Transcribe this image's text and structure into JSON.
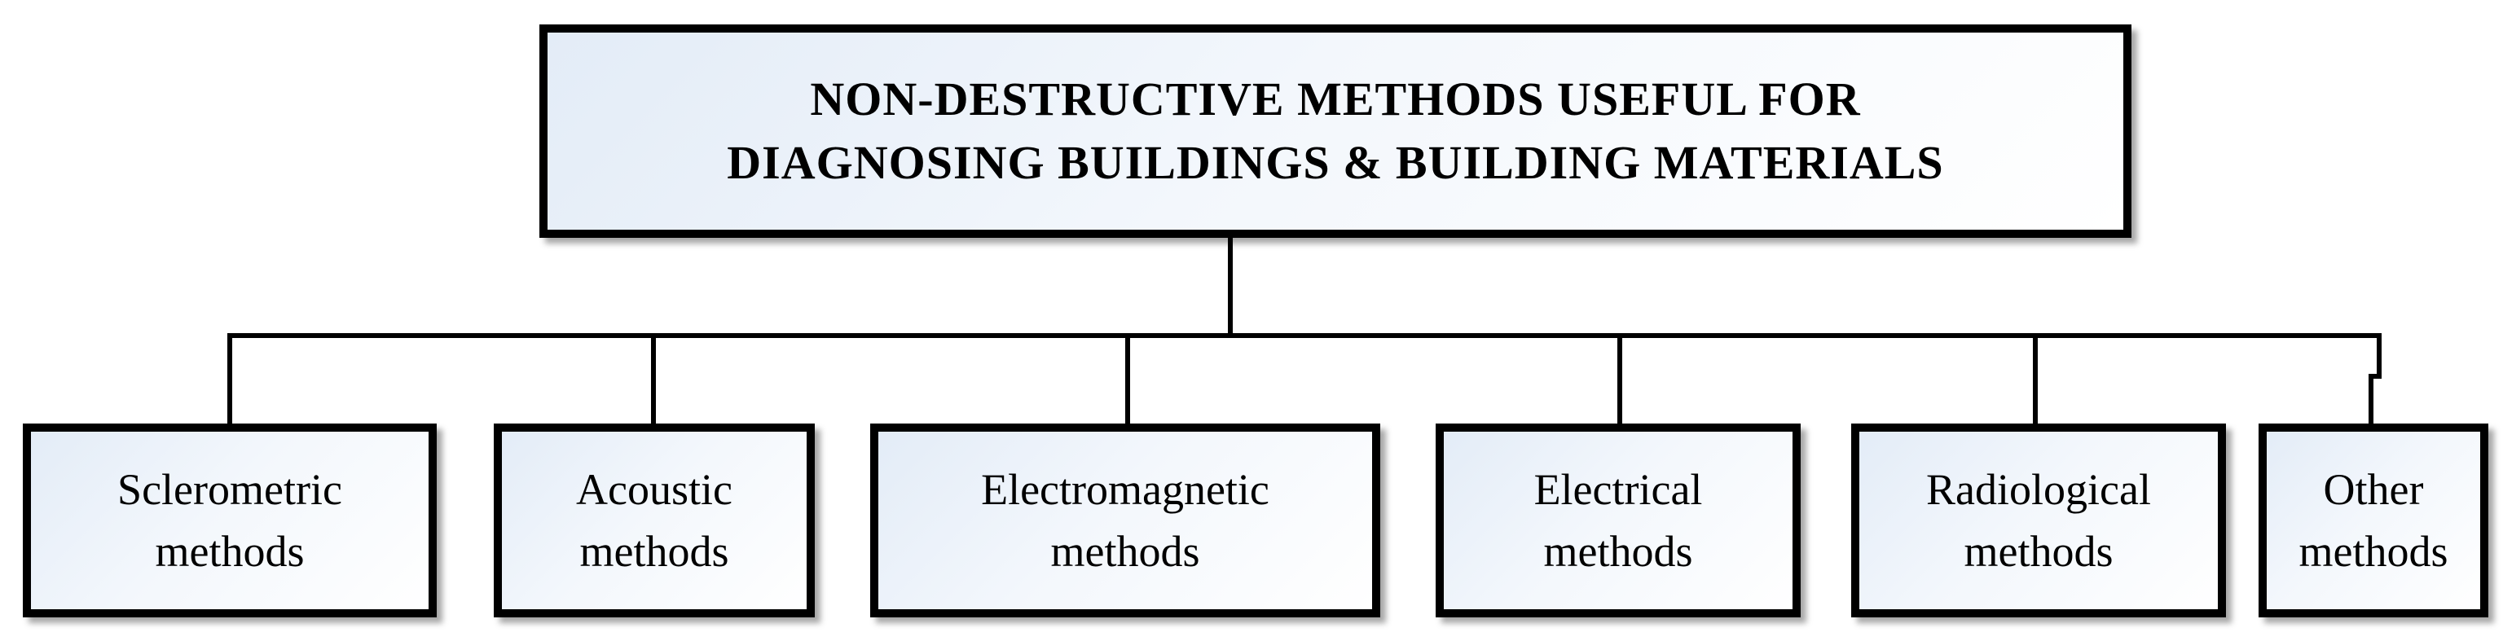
{
  "diagram": {
    "title": {
      "line1": "NON-DESTRUCTIVE METHODS USEFUL FOR",
      "line2": "DIAGNOSING BUILDINGS & BUILDING MATERIALS"
    },
    "children": [
      {
        "line1": "Sclerometric",
        "line2": "methods"
      },
      {
        "line1": "Acoustic",
        "line2": "methods"
      },
      {
        "line1": "Electromagnetic",
        "line2": "methods"
      },
      {
        "line1": "Electrical",
        "line2": "methods"
      },
      {
        "line1": "Radiological",
        "line2": "methods"
      },
      {
        "line1": "Other",
        "line2": "methods"
      }
    ],
    "colors": {
      "border": "#000000",
      "fill_start": "#e3ecf7",
      "fill_end": "#ffffff"
    }
  }
}
